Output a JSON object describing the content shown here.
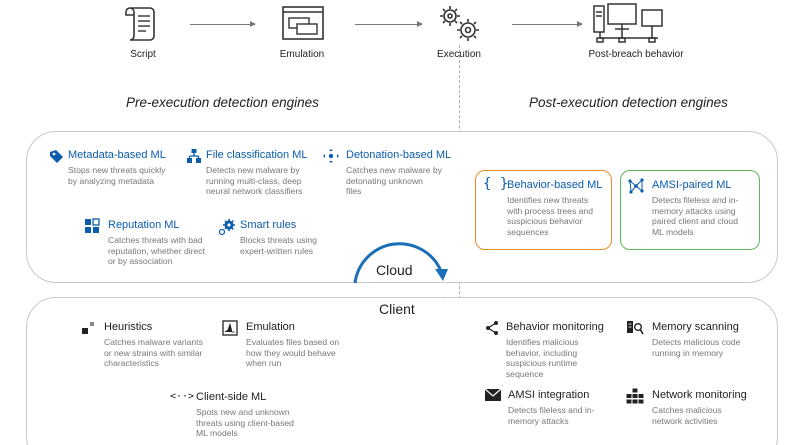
{
  "pipeline": {
    "stages": [
      "Script",
      "Emulation",
      "Execution",
      "Post-breach behavior"
    ]
  },
  "sections": {
    "pre": "Pre-execution detection engines",
    "post": "Post-execution detection engines"
  },
  "layers": {
    "cloud": "Cloud",
    "client": "Client"
  },
  "cloud_pre": [
    {
      "title": "Metadata-based ML",
      "desc": [
        "Stops new threats quickly",
        "by analyzing metadata"
      ],
      "icon": "tag-icon"
    },
    {
      "title": "File classification ML",
      "desc": [
        "Detects new malware by",
        "running multi-class, deep",
        "neural network classifiers"
      ],
      "icon": "hierarchy-icon"
    },
    {
      "title": "Detonation-based ML",
      "desc": [
        "Catches new malware by",
        "detonating unknown",
        "files"
      ],
      "icon": "detonation-icon"
    },
    {
      "title": "Reputation ML",
      "desc": [
        "Catches threats with bad",
        "reputation, whether direct",
        "or by association"
      ],
      "icon": "reputation-icon"
    },
    {
      "title": "Smart rules",
      "desc": [
        "Blocks threats using",
        "expert-written rules"
      ],
      "icon": "gears-icon"
    }
  ],
  "cloud_post": [
    {
      "title": "Behavior-based ML",
      "desc": [
        "Identifies new threats",
        "with process trees and",
        "suspicious behavior",
        "sequences"
      ],
      "icon": "braces-icon"
    },
    {
      "title": "AMSI-paired ML",
      "desc": [
        "Detects fileless and in-",
        "memory attacks using",
        "paired client and cloud",
        "ML models"
      ],
      "icon": "network-icon"
    }
  ],
  "client_pre": [
    {
      "title": "Heuristics",
      "desc": [
        "Catches malware variants",
        "or new strains with similar",
        "characteristics"
      ],
      "icon": "heuristics-icon"
    },
    {
      "title": "Emulation",
      "desc": [
        "Evaluates files based on",
        "how they would behave",
        "when run"
      ],
      "icon": "emulation-icon"
    },
    {
      "title": "Client-side ML",
      "desc": [
        "Spots new and unknown",
        "threats using client-based",
        "ML models"
      ],
      "icon": "code-icon"
    }
  ],
  "client_post": [
    {
      "title": "Behavior monitoring",
      "desc": [
        "Identifies malicious",
        "behavior, including",
        "suspicious runtime",
        "sequence"
      ],
      "icon": "share-icon"
    },
    {
      "title": "Memory scanning",
      "desc": [
        "Detects malicious code",
        "running in memory"
      ],
      "icon": "memory-scan-icon"
    },
    {
      "title": "AMSI integration",
      "desc": [
        "Detects fileless and in-",
        "memory attacks"
      ],
      "icon": "envelope-icon"
    },
    {
      "title": "Network monitoring",
      "desc": [
        "Catches malicious",
        "network activities"
      ],
      "icon": "network-grid-icon"
    }
  ],
  "colors": {
    "accent": "#0b5cad",
    "orange": "#f08a24",
    "green": "#5cb85c",
    "cycle_blue": "#1a6fb8"
  }
}
